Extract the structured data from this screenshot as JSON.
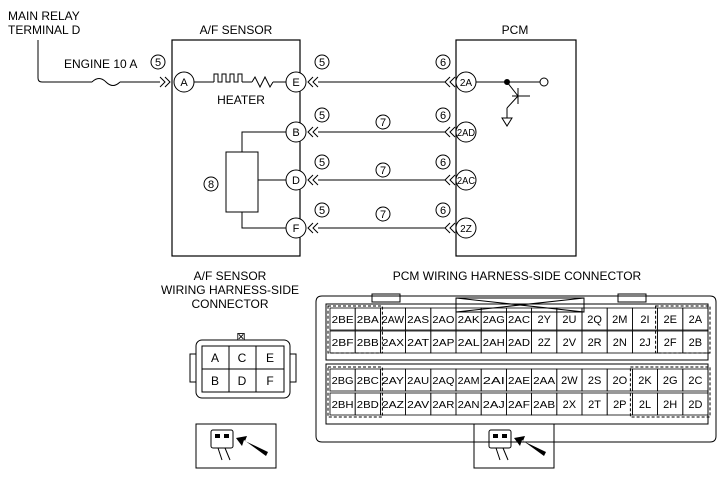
{
  "relay": {
    "line1": "MAIN RELAY",
    "line2": "TERMINAL D"
  },
  "fuse_label": "ENGINE 10 A",
  "heater_label": "HEATER",
  "af_sensor": {
    "title": "A/F SENSOR",
    "left_pin": "A",
    "pins": [
      "E",
      "B",
      "D",
      "F"
    ]
  },
  "pcm": {
    "title": "PCM",
    "pins": [
      "2A",
      "2AD",
      "2AC",
      "2Z"
    ]
  },
  "circle_numbers": {
    "five": "5",
    "six": "6",
    "seven": "7",
    "eight": "8"
  },
  "af_connector": {
    "title_lines": [
      "A/F SENSOR",
      "WIRING HARNESS-SIDE",
      "CONNECTOR"
    ],
    "rows": [
      [
        "A",
        "C",
        "E"
      ],
      [
        "B",
        "D",
        "F"
      ]
    ]
  },
  "pcm_connector": {
    "title": "PCM WIRING HARNESS-SIDE CONNECTOR",
    "upper_rows": [
      [
        "2BE",
        "2BA",
        "2AW",
        "2AS",
        "2AO",
        "2AK",
        "2AG",
        "2AC",
        "2Y",
        "2U",
        "2Q",
        "2M",
        "2I",
        "2E",
        "2A"
      ],
      [
        "2BF",
        "2BB",
        "2AX",
        "2AT",
        "2AP",
        "2AL",
        "2AH",
        "2AD",
        "2Z",
        "2V",
        "2R",
        "2N",
        "2J",
        "2F",
        "2B"
      ]
    ],
    "lower_rows": [
      [
        "2BG",
        "2BC",
        "2AY",
        "2AU",
        "2AQ",
        "2AM",
        "2AI",
        "2AE",
        "2AA",
        "2W",
        "2S",
        "2O",
        "2K",
        "2G",
        "2C"
      ],
      [
        "2BH",
        "2BD",
        "2AZ",
        "2AV",
        "2AR",
        "2AN",
        "2AJ",
        "2AF",
        "2AB",
        "2X",
        "2T",
        "2P",
        "2L",
        "2H",
        "2D"
      ]
    ]
  },
  "lock_symbol": "⊠"
}
